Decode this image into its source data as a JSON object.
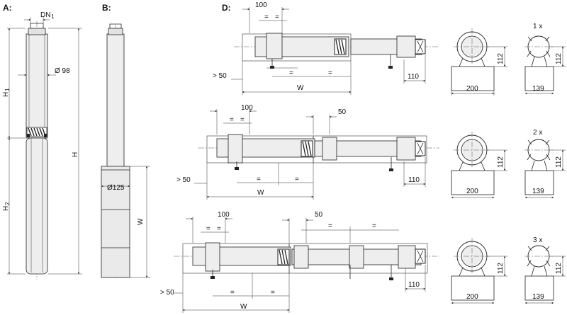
{
  "section_labels": {
    "a": "A:",
    "b": "B:",
    "d": "D:"
  },
  "view_a": {
    "dn_label": "DN",
    "dn_sub": "1",
    "diameter": "Ø 98",
    "h1": "H",
    "h1_sub": "1",
    "h2": "H",
    "h2_sub": "2",
    "h": "H"
  },
  "view_b": {
    "diameter": "Ø125",
    "w": "W"
  },
  "view_d": {
    "row1": {
      "dim_100": "100",
      "eq": "=",
      "gt50": "> 50",
      "w": "W",
      "dim_110": "110",
      "dim_200": "200",
      "dim_112a": "112",
      "dim_112b": "112",
      "dim_139": "139",
      "count": "1 x"
    },
    "row2": {
      "dim_100": "100",
      "dim_50": "50",
      "eq": "=",
      "gt50": "> 50",
      "w": "W",
      "dim_110": "110",
      "dim_200": "200",
      "dim_112a": "112",
      "dim_112b": "112",
      "dim_139": "139",
      "count": "2 x"
    },
    "row3": {
      "dim_100": "100",
      "dim_50": "50",
      "eq": "=",
      "gt50": "> 50",
      "w": "W",
      "dim_110": "110",
      "dim_200": "200",
      "dim_112a": "112",
      "dim_112b": "112",
      "dim_139": "139",
      "count": "3 x"
    }
  }
}
